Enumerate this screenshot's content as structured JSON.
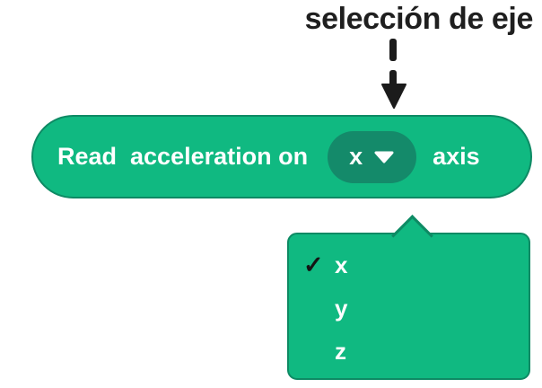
{
  "annotation": {
    "label": "selección de eje"
  },
  "block": {
    "label_before": "Read  acceleration on",
    "dropdown": {
      "value": "x"
    },
    "label_after": "axis"
  },
  "menu": {
    "items": [
      {
        "label": "x",
        "selected": true
      },
      {
        "label": "y",
        "selected": false
      },
      {
        "label": "z",
        "selected": false
      }
    ]
  },
  "icons": {
    "check": "✓",
    "chevron_down": "▼",
    "pointer_arrow": "↓"
  },
  "colors": {
    "block_green": "#10b981",
    "pill_dark_green": "#148a6a",
    "border_green": "#0e8a64",
    "text_white": "#ffffff",
    "annotation_text": "#1f1f1f"
  }
}
